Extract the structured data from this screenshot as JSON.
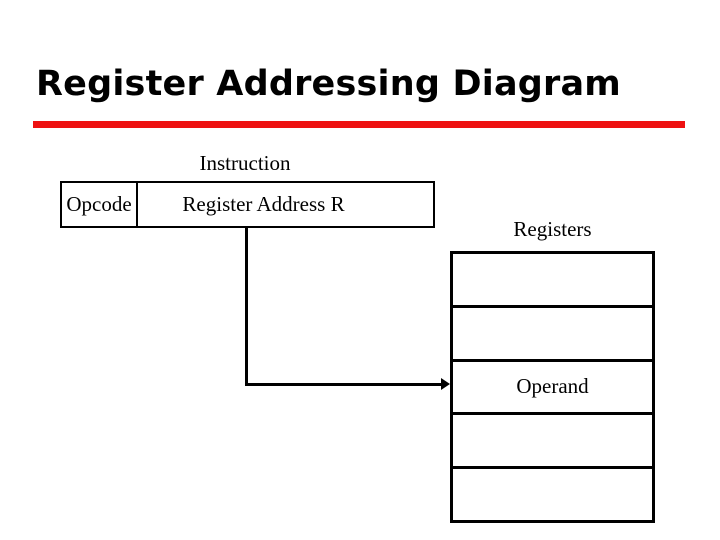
{
  "slide": {
    "title": "Register Addressing Diagram",
    "accent_color": "#ee1111",
    "background_color": "#ffffff",
    "text_color": "#000000"
  },
  "instruction": {
    "caption": "Instruction",
    "fields": [
      {
        "label": "Opcode"
      },
      {
        "label": "Register Address R"
      }
    ]
  },
  "registers": {
    "caption": "Registers",
    "rows": [
      {
        "label": ""
      },
      {
        "label": ""
      },
      {
        "label": "Operand"
      },
      {
        "label": ""
      },
      {
        "label": ""
      }
    ]
  },
  "connector": {
    "from": "Register Address R",
    "to": "Operand",
    "arrow_direction": "right"
  }
}
